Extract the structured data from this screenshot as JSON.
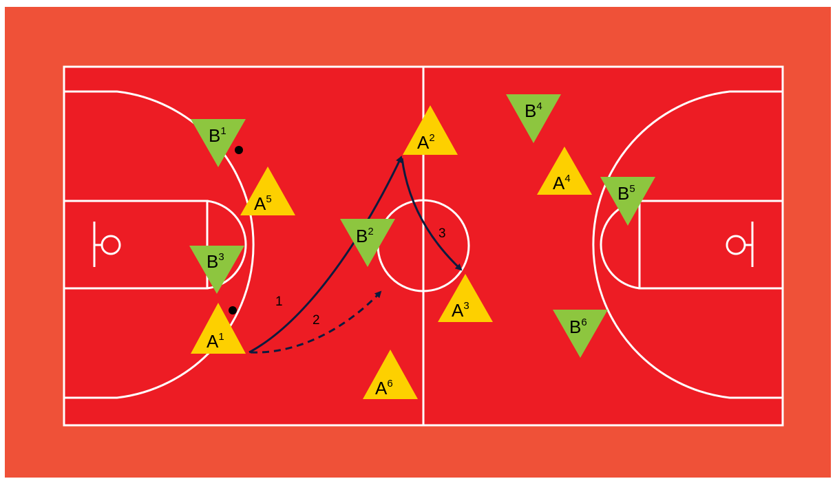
{
  "colors": {
    "border": "#ef5138",
    "court": "#ed1c24",
    "lines": "#ffffff",
    "team_a": "#fdd000",
    "team_b": "#8dc63f",
    "movement": "#0d1b3e"
  },
  "players": {
    "a1": {
      "letter": "A",
      "number": "1"
    },
    "a2": {
      "letter": "A",
      "number": "2"
    },
    "a3": {
      "letter": "A",
      "number": "3"
    },
    "a4": {
      "letter": "A",
      "number": "4"
    },
    "a5": {
      "letter": "A",
      "number": "5"
    },
    "a6": {
      "letter": "A",
      "number": "6"
    },
    "b1": {
      "letter": "B",
      "number": "1"
    },
    "b2": {
      "letter": "B",
      "number": "2"
    },
    "b3": {
      "letter": "B",
      "number": "3"
    },
    "b4": {
      "letter": "B",
      "number": "4"
    },
    "b5": {
      "letter": "B",
      "number": "5"
    },
    "b6": {
      "letter": "B",
      "number": "6"
    }
  },
  "paths": {
    "p1": {
      "label": "1",
      "style": "solid"
    },
    "p2": {
      "label": "2",
      "style": "dashed"
    },
    "p3": {
      "label": "3",
      "style": "solid"
    }
  }
}
